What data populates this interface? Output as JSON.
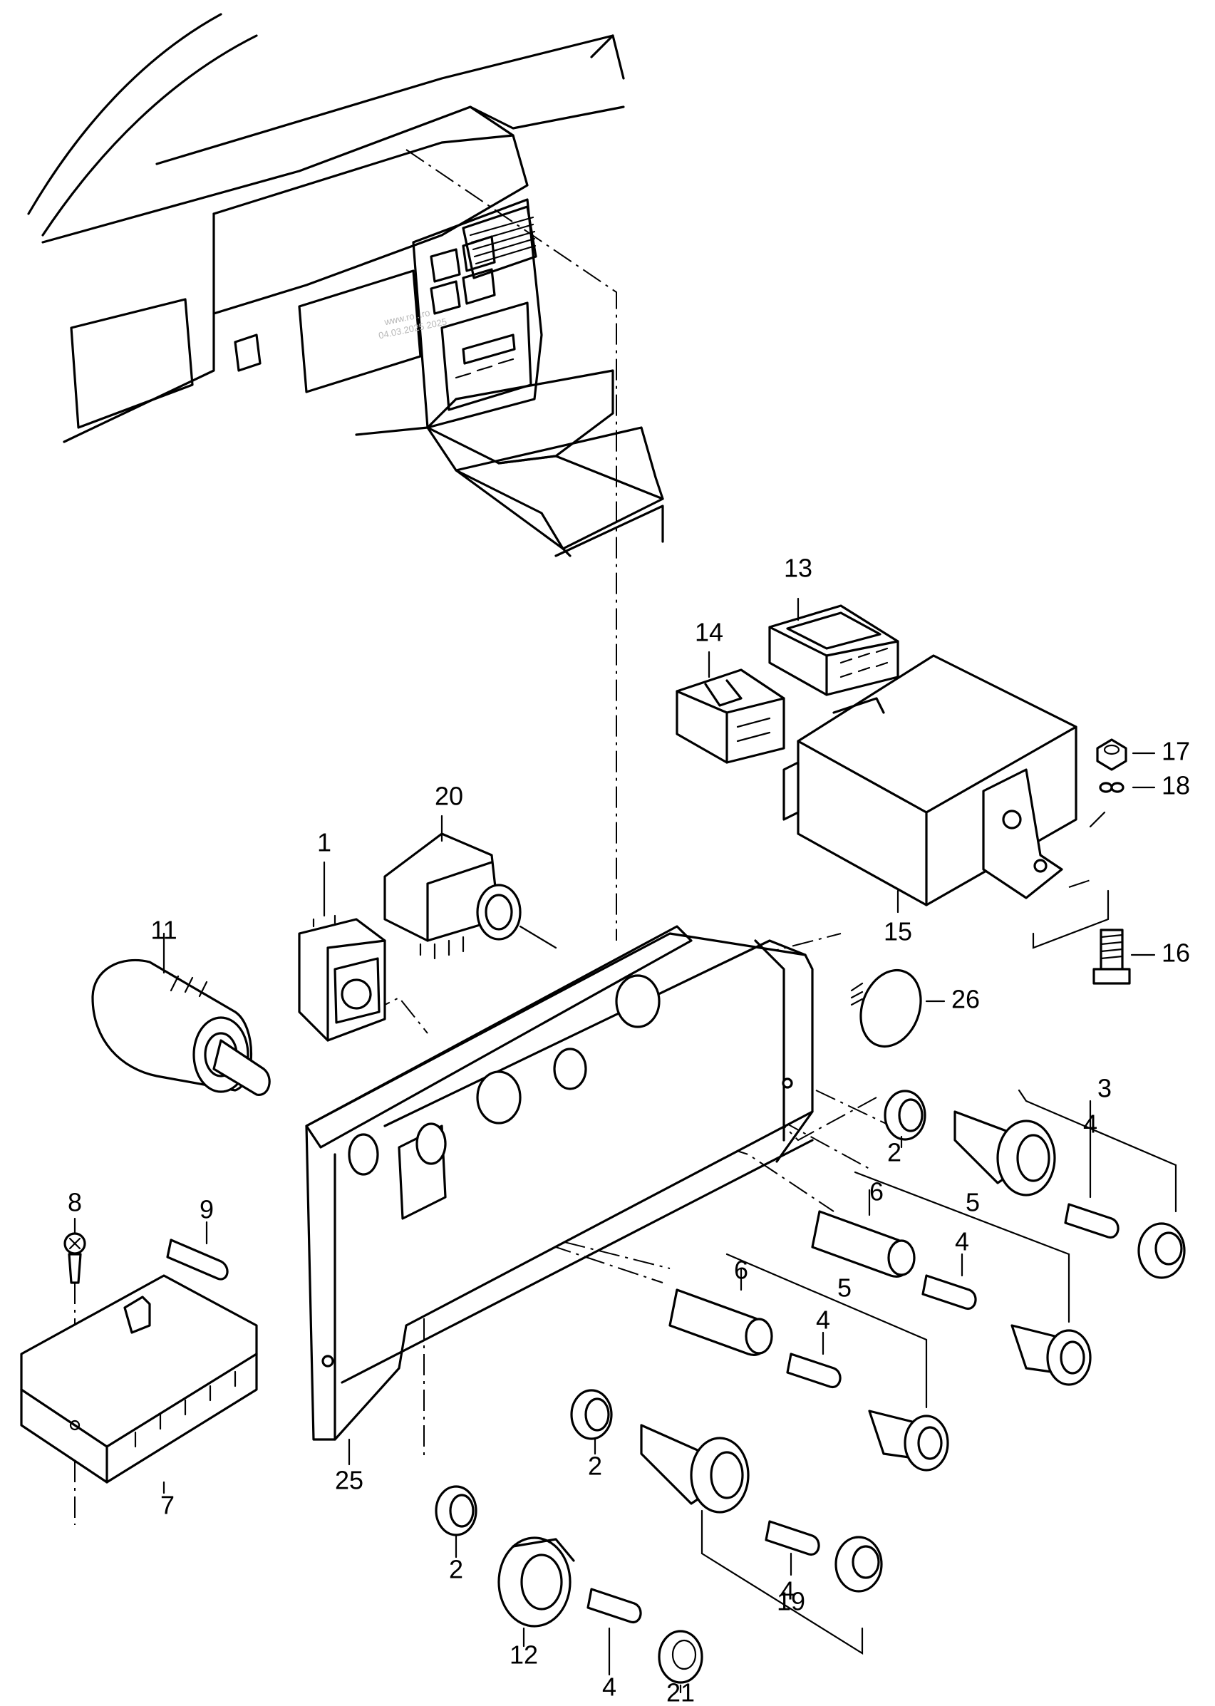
{
  "watermark": {
    "line1": "www.ro...ro",
    "line2": "04.03.2025 2025"
  },
  "callouts": [
    {
      "id": "c1",
      "text": "1"
    },
    {
      "id": "c2a",
      "text": "2"
    },
    {
      "id": "c2b",
      "text": "2"
    },
    {
      "id": "c2c",
      "text": "2"
    },
    {
      "id": "c3",
      "text": "3"
    },
    {
      "id": "c4a",
      "text": "4"
    },
    {
      "id": "c4b",
      "text": "4"
    },
    {
      "id": "c4c",
      "text": "4"
    },
    {
      "id": "c4d",
      "text": "4"
    },
    {
      "id": "c4e",
      "text": "4"
    },
    {
      "id": "c5a",
      "text": "5"
    },
    {
      "id": "c5b",
      "text": "5"
    },
    {
      "id": "c6a",
      "text": "6"
    },
    {
      "id": "c6b",
      "text": "6"
    },
    {
      "id": "c7",
      "text": "7"
    },
    {
      "id": "c8",
      "text": "8"
    },
    {
      "id": "c9",
      "text": "9"
    },
    {
      "id": "c11",
      "text": "11"
    },
    {
      "id": "c12",
      "text": "12"
    },
    {
      "id": "c13",
      "text": "13"
    },
    {
      "id": "c14",
      "text": "14"
    },
    {
      "id": "c15",
      "text": "15"
    },
    {
      "id": "c16",
      "text": "16"
    },
    {
      "id": "c17",
      "text": "17"
    },
    {
      "id": "c18",
      "text": "18"
    },
    {
      "id": "c19",
      "text": "19"
    },
    {
      "id": "c20",
      "text": "20"
    },
    {
      "id": "c21",
      "text": "21"
    },
    {
      "id": "c25",
      "text": "25"
    },
    {
      "id": "c26",
      "text": "26"
    }
  ]
}
